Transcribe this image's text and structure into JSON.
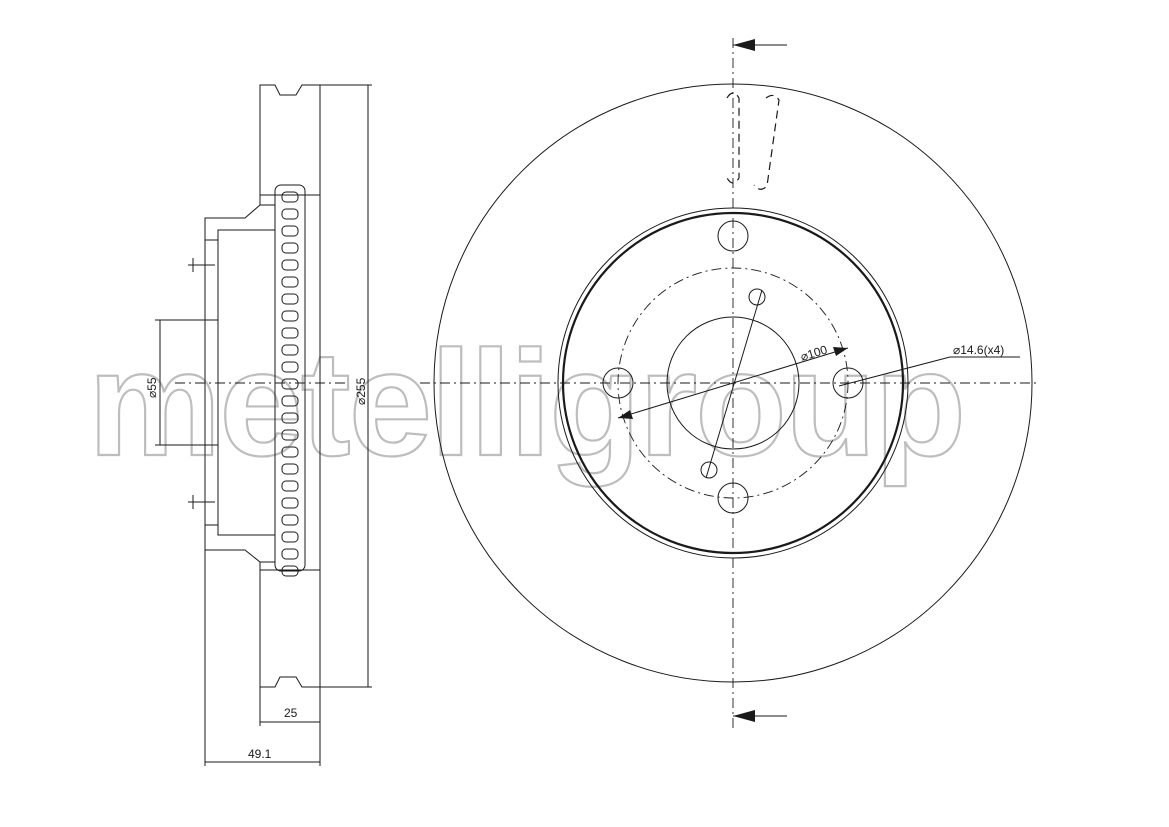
{
  "watermark": "metelligroup",
  "dimensions": {
    "outer_diameter": "⌀255",
    "center_bore": "⌀55",
    "thickness": "25",
    "total_height": "49.1",
    "bolt_circle": "⌀100",
    "bolt_hole": "⌀14.6(x4)"
  },
  "bolt_holes": 4
}
